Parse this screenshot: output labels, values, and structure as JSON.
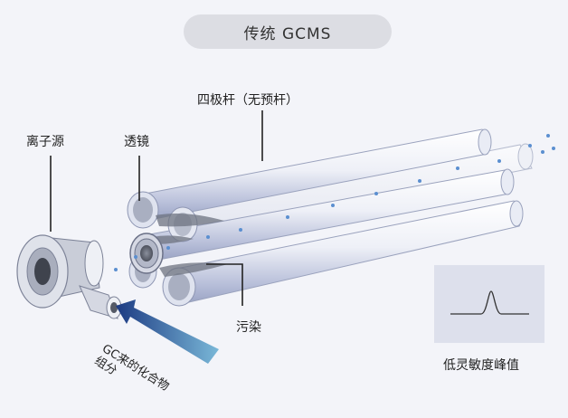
{
  "title": "传统 GCMS",
  "labels": {
    "ion_source": "离子源",
    "lens": "透镜",
    "quadrupole": "四极杆（无预杆）",
    "contamination": "污染",
    "gc_compounds_line1": "GC来的化合物",
    "gc_compounds_line2": "组分",
    "low_sensitivity_peak": "低灵敏度峰值"
  },
  "colors": {
    "background": "#f3f4f9",
    "pill": "#dcdde3",
    "rod": "#c8cde0",
    "ion_dot": "#5b8fd0",
    "arrow_gradient_start": "#1c3a82",
    "arrow_gradient_end": "#7ab8d8"
  }
}
